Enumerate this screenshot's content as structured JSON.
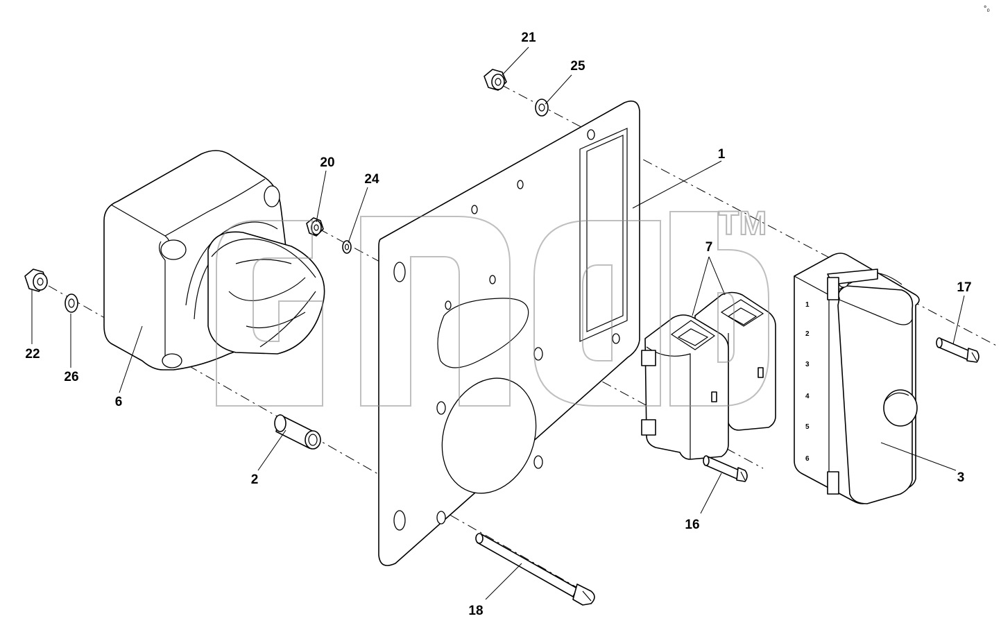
{
  "callouts": [
    {
      "id": "c1",
      "text": "1"
    },
    {
      "id": "c2",
      "text": "2"
    },
    {
      "id": "c3",
      "text": "3"
    },
    {
      "id": "c6",
      "text": "6"
    },
    {
      "id": "c7",
      "text": "7"
    },
    {
      "id": "c16",
      "text": "16"
    },
    {
      "id": "c17",
      "text": "17"
    },
    {
      "id": "c18",
      "text": "18"
    },
    {
      "id": "c20",
      "text": "20"
    },
    {
      "id": "c21",
      "text": "21"
    },
    {
      "id": "c22",
      "text": "22"
    },
    {
      "id": "c24",
      "text": "24"
    },
    {
      "id": "c25",
      "text": "25"
    },
    {
      "id": "c26",
      "text": "26"
    }
  ],
  "switch_block_markings": [
    "1",
    "2",
    "3",
    "4",
    "5",
    "6"
  ],
  "corner_ref": "°₀",
  "watermark": {
    "text": "dnab",
    "tm": "TM",
    "color": "#8a8a8a"
  }
}
